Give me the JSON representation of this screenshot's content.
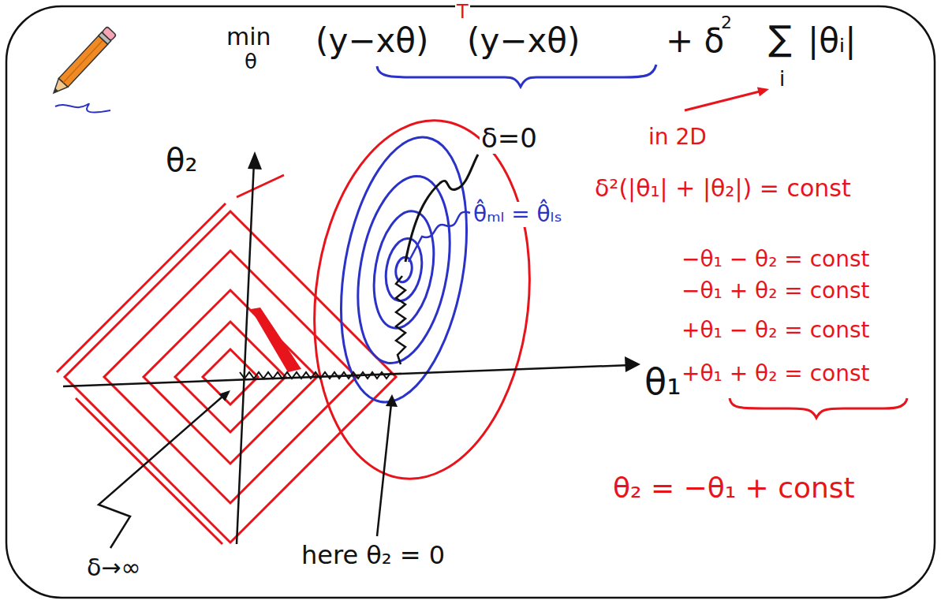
{
  "diagram": {
    "labels": [
      "min",
      "(y−xθ)",
      "T",
      "(y−xθ)",
      "+ δ",
      "2",
      "∑",
      "|θᵢ|",
      "θ",
      "i",
      "δ=0",
      "θ₂",
      "θ̂ₘₗ = θ̂ₗₛ",
      "in 2D",
      "δ²(|θ₁| + |θ₂|) = const",
      "−θ₁ − θ₂ = const",
      "−θ₁ + θ₂ = const",
      "+θ₁ − θ₂ = const",
      "+θ₁ + θ₂ = const",
      "θ₁",
      "θ₂ = −θ₁ + const",
      "here θ₂ = 0",
      "δ→∞"
    ]
  }
}
